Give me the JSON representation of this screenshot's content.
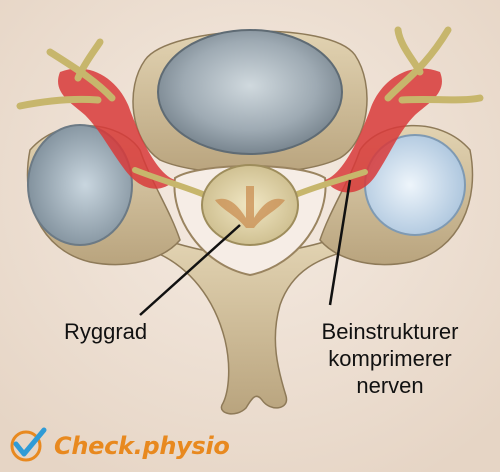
{
  "labels": {
    "spinal_cord": "Ryggrad",
    "bone_line1": "Beinstrukturer",
    "bone_line2": "komprimerer",
    "bone_line3": "nerven"
  },
  "brand": {
    "text": "Check.physio",
    "icon": "checkmark-badge-icon",
    "color": "#e8891f"
  },
  "colors": {
    "background": "#efe2d6",
    "bone": "#d8c6a2",
    "disc": "#9fb0bd",
    "nerve": "#c8b870",
    "inflamed": "#d83a3a"
  }
}
